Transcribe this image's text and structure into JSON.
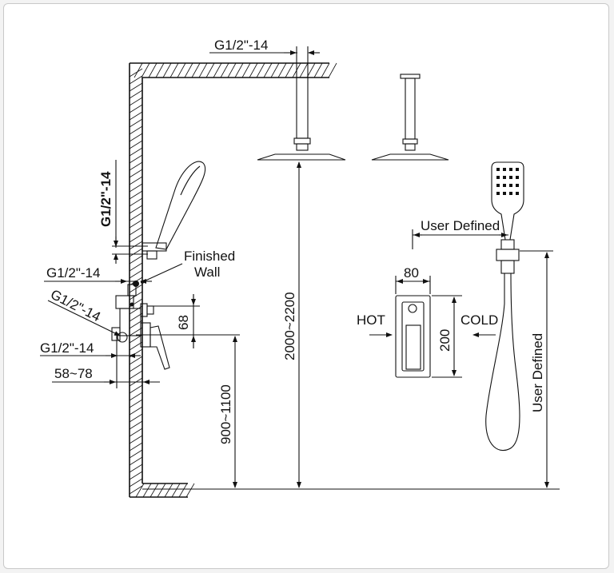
{
  "labels": {
    "top_thread": "G1/2\"-14",
    "vertical_thread": "G1/2\"-14",
    "finished": "Finished",
    "wall": "Wall",
    "left_thread_1": "G1/2\"-14",
    "left_thread_diag": "G1/2\"-14",
    "left_thread_2": "G1/2\"-14",
    "wall_depth": "58~78",
    "dim_68": "68",
    "mixer_height": "900~1100",
    "head_height": "2000~2200",
    "user_defined_h": "User Defined",
    "plate_width": "80",
    "hot": "HOT",
    "cold": "COLD",
    "plate_height": "200",
    "user_defined_v": "User Defined"
  },
  "colors": {
    "line": "#111111",
    "background": "#ffffff",
    "frame": "#f3f3f3"
  }
}
